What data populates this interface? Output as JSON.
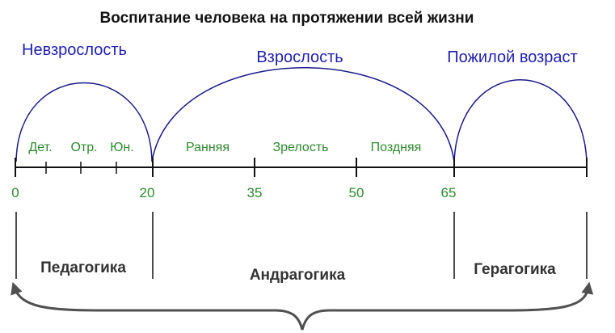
{
  "title": "Воспитание человека на протяжении всей жизни",
  "periods": {
    "immaturity": "Невзрослость",
    "adulthood": "Взрослость",
    "old_age": "Пожилой возраст"
  },
  "stages": {
    "childhood": "Дет.",
    "adolescence": "Отр.",
    "youth": "Юн.",
    "early": "Ранняя",
    "maturity": "Зрелость",
    "late": "Поздняя"
  },
  "ages": [
    "0",
    "20",
    "35",
    "50",
    "65"
  ],
  "disciplines": {
    "pedagogy": "Педагогика",
    "andragogy": "Андрагогика",
    "gerogogy": "Герагогика"
  },
  "colors": {
    "period_text": "#1f1fb0",
    "arc_stroke": "#1b1b8a",
    "stage_text": "#2e8b2e",
    "age_text": "#2e8b2e",
    "axis": "#111111",
    "brace": "#505050"
  }
}
